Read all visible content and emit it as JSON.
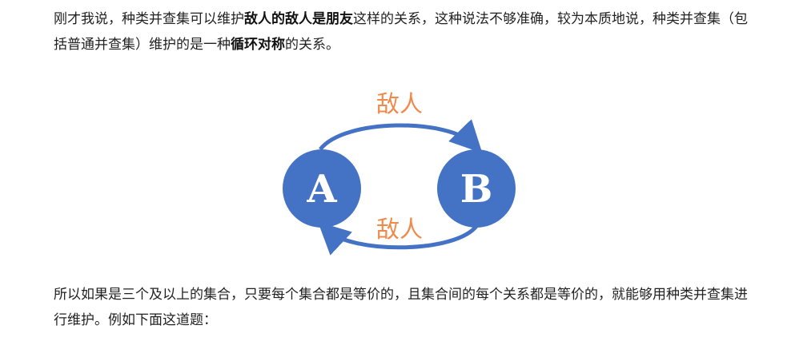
{
  "paragraph1": {
    "part1": "刚才我说，种类并查集可以维护",
    "bold1": "敌人的敌人是朋友",
    "part2": "这样的关系，这种说法不够准确，较为本质地说，种类并查集（包括普通并查集）维护的是一种",
    "bold2": "循环对称",
    "part3": "的关系。"
  },
  "diagram": {
    "node_a": "A",
    "node_b": "B",
    "top_edge_label": "敌人",
    "bottom_edge_label": "敌人",
    "node_color": "#4472c4",
    "label_color": "#f08a4b"
  },
  "paragraph2": {
    "text": "所以如果是三个及以上的集合，只要每个集合都是等价的，且集合间的每个关系都是等价的，就能够用种类并查集进行维护。例如下面这道题："
  }
}
